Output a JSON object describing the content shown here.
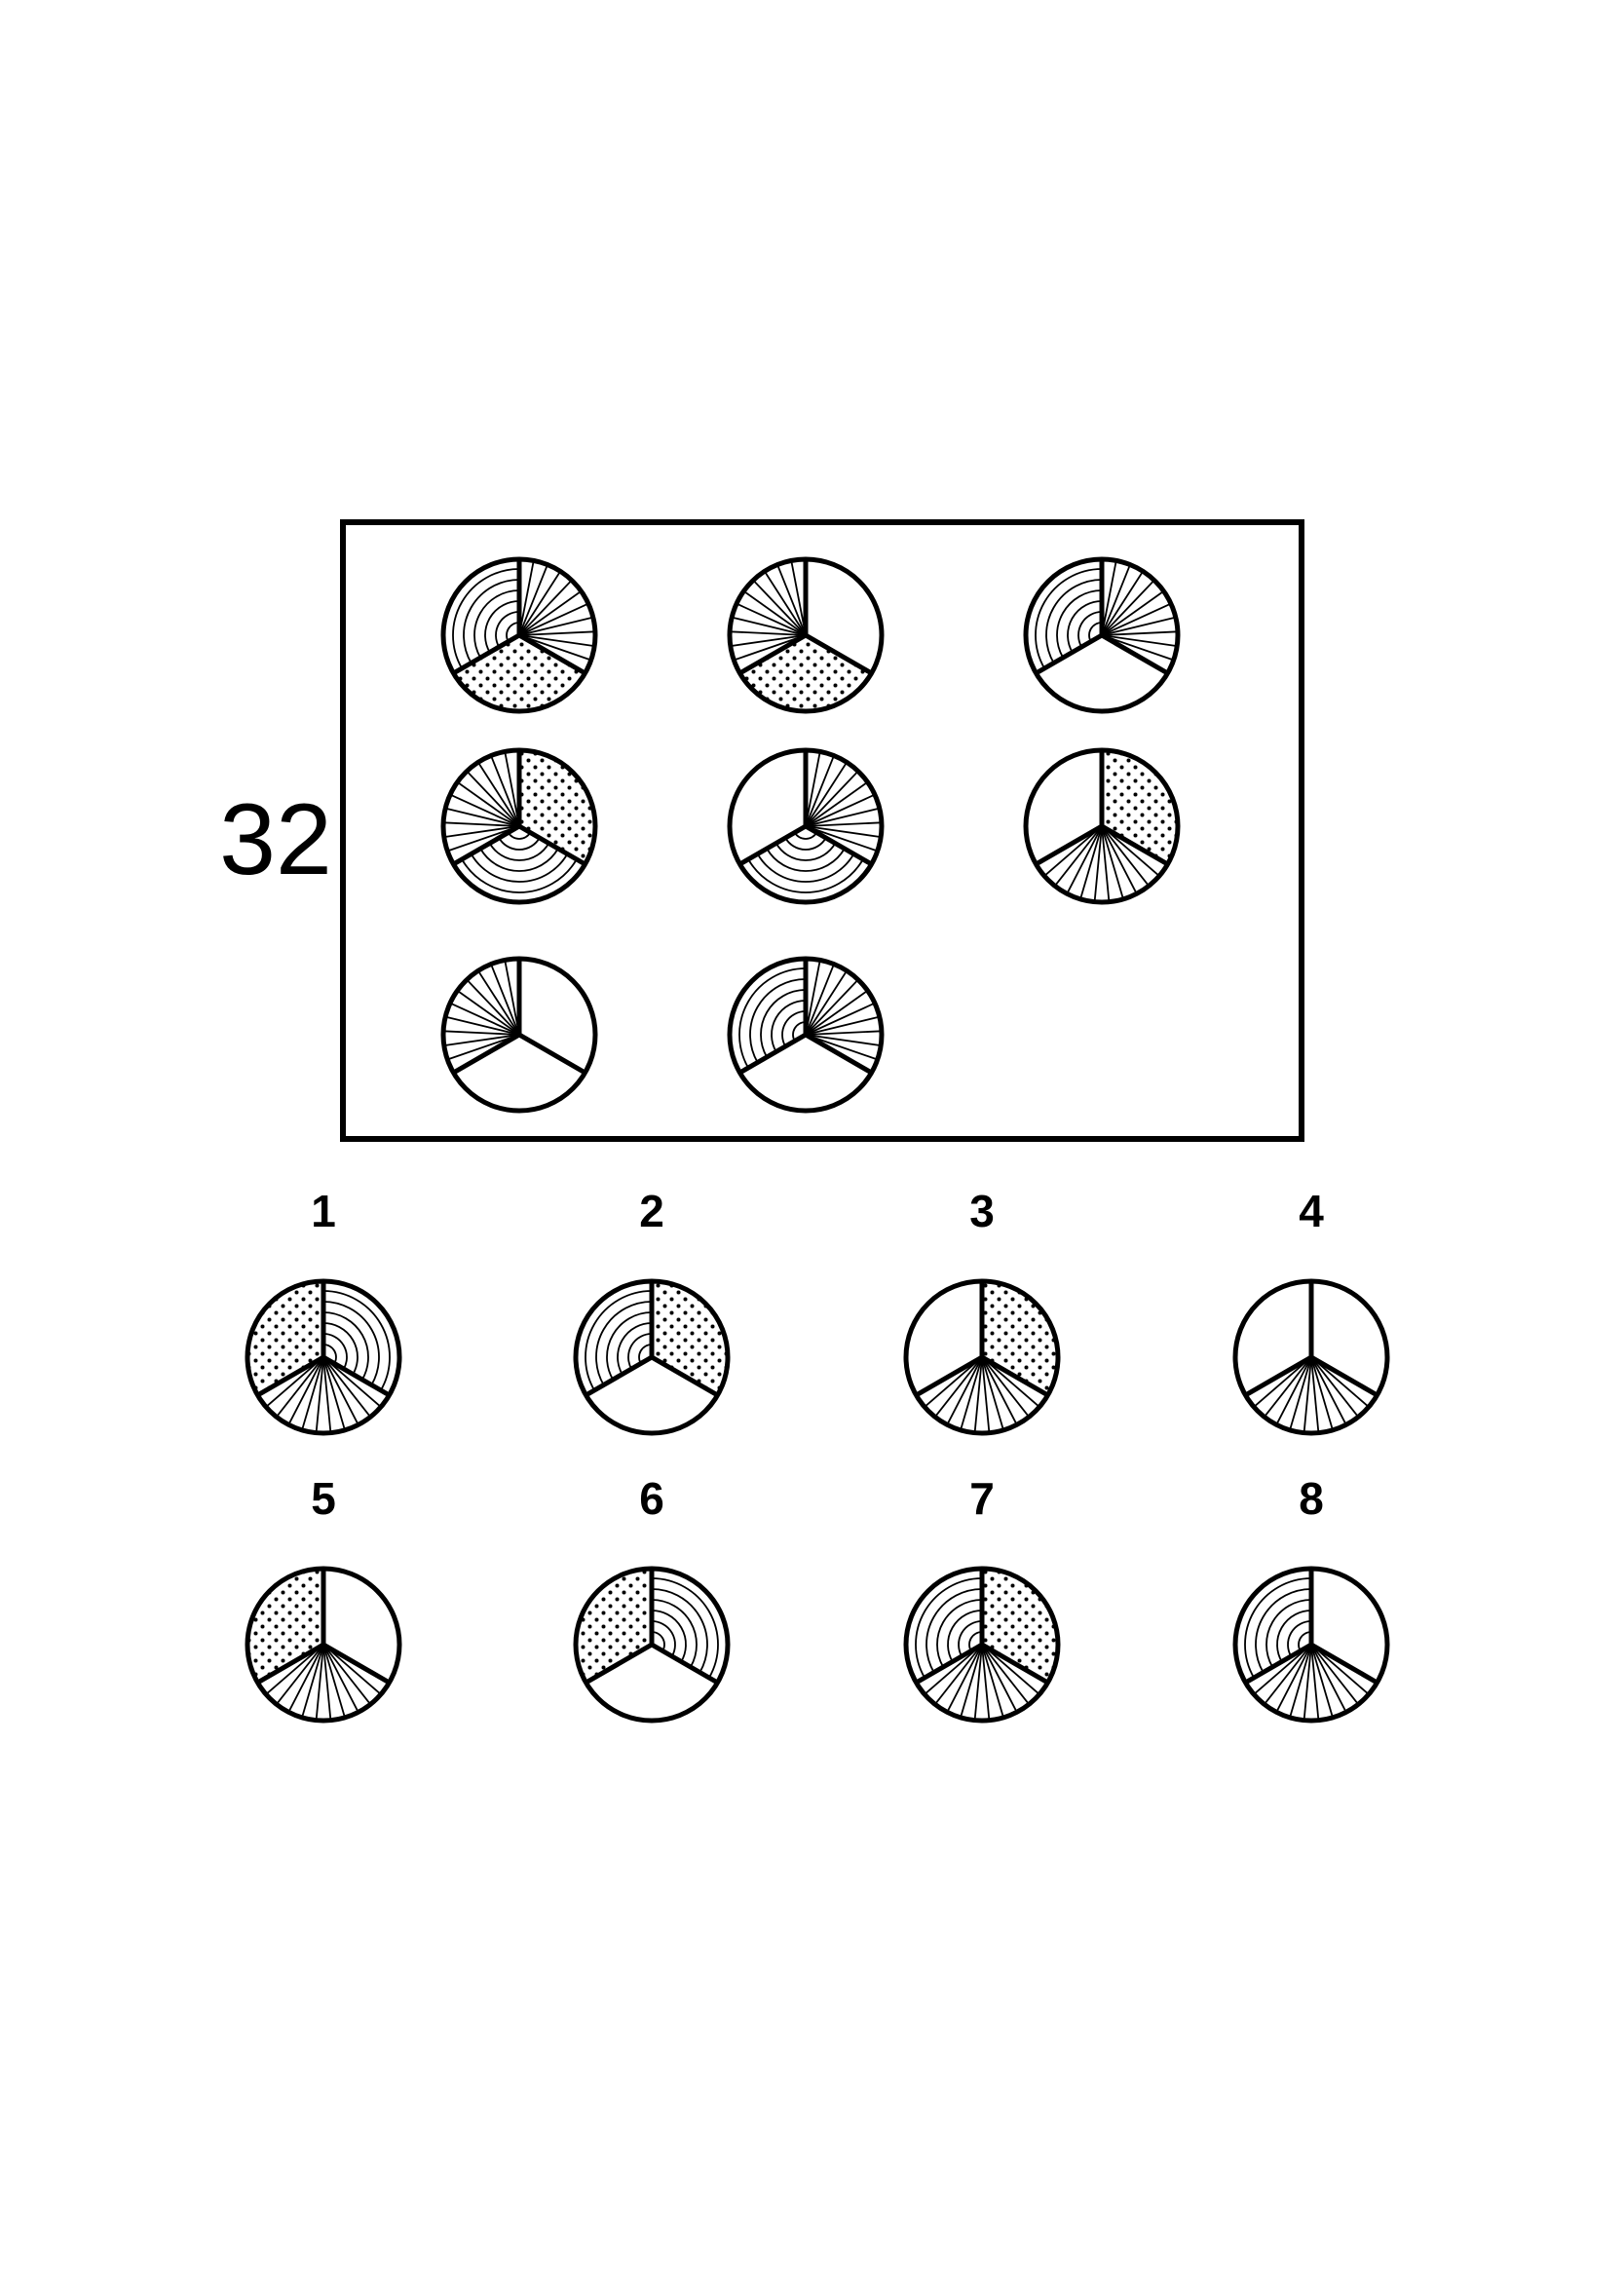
{
  "puzzle": {
    "number": "32",
    "colors": {
      "ink": "#000000",
      "paper": "#ffffff"
    },
    "sector_order": [
      "top-right",
      "bottom",
      "top-left"
    ],
    "pattern_legend": [
      "blank",
      "dots",
      "radial-lines",
      "concentric-arcs"
    ],
    "matrix": [
      [
        "radial-lines",
        "dots",
        "concentric-arcs"
      ],
      [
        "blank",
        "dots",
        "radial-lines"
      ],
      [
        "radial-lines",
        "blank",
        "concentric-arcs"
      ],
      [
        "dots",
        "concentric-arcs",
        "radial-lines"
      ],
      [
        "radial-lines",
        "concentric-arcs",
        "blank"
      ],
      [
        "dots",
        "radial-lines",
        "blank"
      ],
      [
        "blank",
        "blank",
        "radial-lines"
      ],
      [
        "radial-lines",
        "blank",
        "concentric-arcs"
      ]
    ],
    "missing_cell": "row 3, column 3"
  },
  "options": [
    {
      "label": "1",
      "sectors": [
        "concentric-arcs",
        "radial-lines",
        "dots"
      ]
    },
    {
      "label": "2",
      "sectors": [
        "dots",
        "blank",
        "concentric-arcs"
      ]
    },
    {
      "label": "3",
      "sectors": [
        "dots",
        "radial-lines",
        "blank"
      ]
    },
    {
      "label": "4",
      "sectors": [
        "blank",
        "radial-lines",
        "blank"
      ]
    },
    {
      "label": "5",
      "sectors": [
        "blank",
        "radial-lines",
        "dots"
      ]
    },
    {
      "label": "6",
      "sectors": [
        "concentric-arcs",
        "blank",
        "dots"
      ]
    },
    {
      "label": "7",
      "sectors": [
        "dots",
        "radial-lines",
        "concentric-arcs"
      ]
    },
    {
      "label": "8",
      "sectors": [
        "blank",
        "radial-lines",
        "concentric-arcs"
      ]
    }
  ]
}
